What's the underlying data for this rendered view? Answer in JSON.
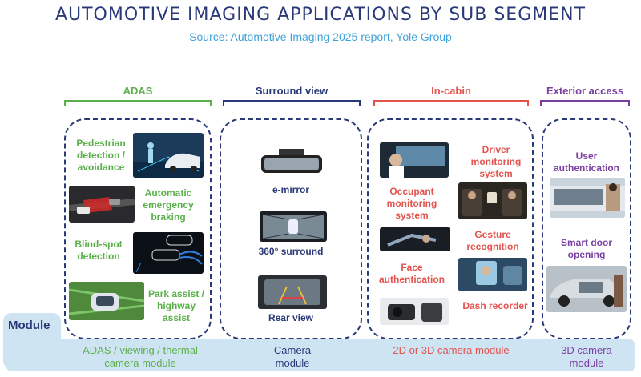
{
  "title": "AUTOMOTIVE IMAGING APPLICATIONS BY SUB SEGMENT",
  "subtitle": "Source: Automotive Imaging 2025 report, Yole Group",
  "segments": {
    "adas": {
      "heading": "ADAS",
      "color": "#5bb04c",
      "items": [
        "Pedestrian detection / avoidance",
        "Automatic emergency braking",
        "Blind-spot detection",
        "Park assist / highway assist"
      ],
      "module": "ADAS / viewing / thermal camera module"
    },
    "surround": {
      "heading": "Surround view",
      "color": "#2a3a78",
      "items": [
        "e-mirror",
        "360° surround",
        "Rear view"
      ],
      "module": "Camera module"
    },
    "incabin": {
      "heading": "In-cabin",
      "color": "#e2534e",
      "items": [
        "Driver monitoring system",
        "Occupant monitoring system",
        "Gesture recognition",
        "Face authentication",
        "Dash recorder"
      ],
      "module": "2D or 3D camera module"
    },
    "exterior": {
      "heading": "Exterior access",
      "color": "#7b3fa0",
      "items": [
        "User authentication",
        "Smart door opening"
      ],
      "module": "3D camera module"
    }
  },
  "row_label": "Module"
}
